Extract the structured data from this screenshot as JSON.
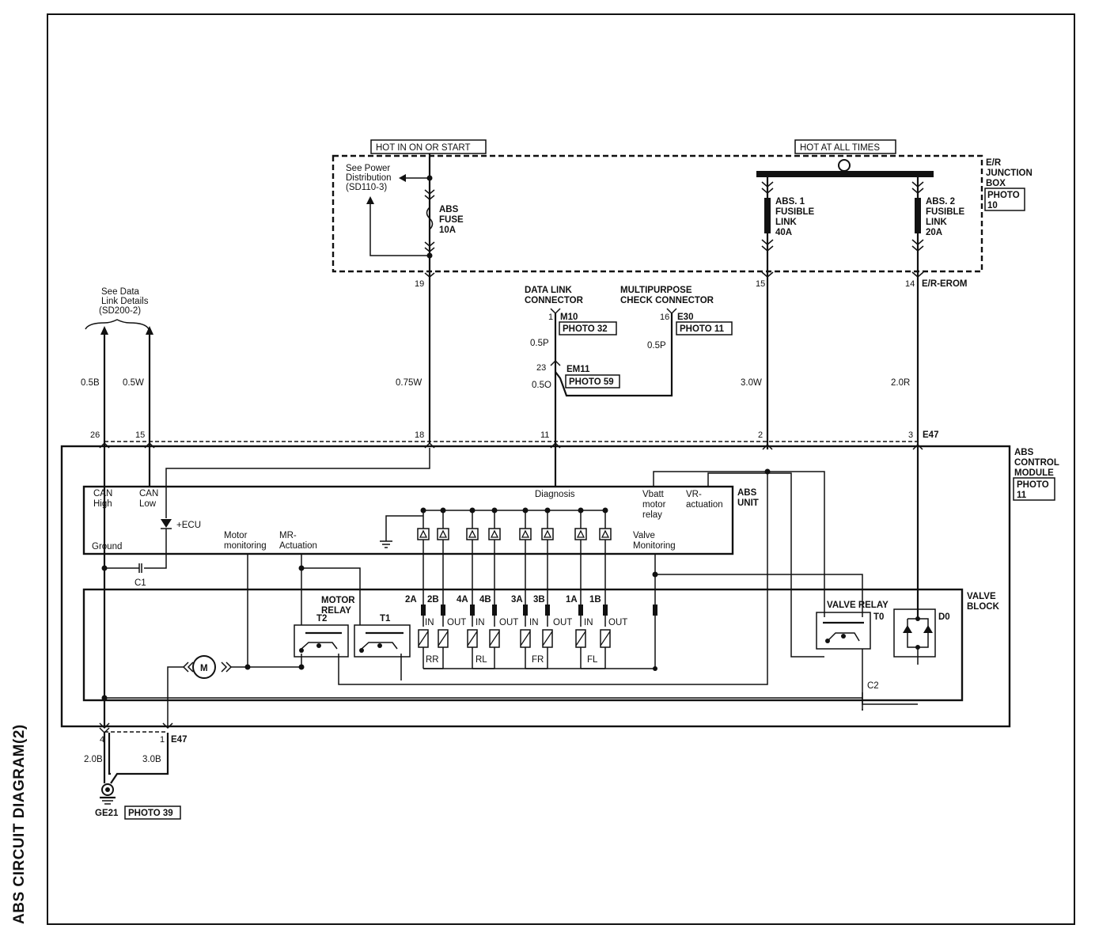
{
  "title": "ABS CIRCUIT DIAGRAM(2)",
  "power": {
    "hot_on_start": "HOT IN ON OR START",
    "hot_all_times": "HOT AT ALL TIMES",
    "see_power": [
      "See Power",
      "Distribution",
      "(SD110-3)"
    ],
    "abs_fuse": [
      "ABS",
      "FUSE",
      "10A"
    ],
    "fusible1": [
      "ABS. 1",
      "FUSIBLE",
      "LINK",
      "40A"
    ],
    "fusible2": [
      "ABS. 2",
      "FUSIBLE",
      "LINK",
      "20A"
    ],
    "junction_box": [
      "E/R",
      "JUNCTION",
      "BOX"
    ],
    "photo_jb": [
      "PHOTO",
      "10"
    ]
  },
  "connectors": {
    "data_link": [
      "DATA LINK",
      "CONNECTOR"
    ],
    "multipurpose": [
      "MULTIPURPOSE",
      "CHECK CONNECTOR"
    ],
    "m10": "M10",
    "photo32": "PHOTO 32",
    "e30": "E30",
    "photo11": "PHOTO 11",
    "em11": "EM11",
    "photo59": "PHOTO 59",
    "see_data_link": [
      "See Data",
      "Link Details",
      "(SD200-2)"
    ],
    "er_erom": "E/R-EROM",
    "e47": "E47",
    "c1": "C1",
    "c2": "C2",
    "ge21": "GE21",
    "photo39": "PHOTO 39"
  },
  "pins": {
    "p19": "19",
    "p15top": "15",
    "p14": "14",
    "p1": "1",
    "p16": "16",
    "p23": "23",
    "p26": "26",
    "p15": "15",
    "p18": "18",
    "p11": "11",
    "p2": "2",
    "p3": "3",
    "p4": "4",
    "p1b": "1"
  },
  "wires": {
    "w05b": "0.5B",
    "w05w": "0.5W",
    "w075w": "0.75W",
    "w05p1": "0.5P",
    "w05p2": "0.5P",
    "w05o": "0.5O",
    "w30w": "3.0W",
    "w20r": "2.0R",
    "w20b": "2.0B",
    "w30b": "3.0B"
  },
  "module": {
    "abs_control": [
      "ABS",
      "CONTROL",
      "MODULE"
    ],
    "photo_mod": [
      "PHOTO",
      "11"
    ],
    "abs_unit": [
      "ABS",
      "UNIT"
    ],
    "can_high": [
      "CAN",
      "High"
    ],
    "can_low": [
      "CAN",
      "Low"
    ],
    "ground": "Ground",
    "ecu": "+ECU",
    "motor_monitoring": [
      "Motor",
      "monitoring"
    ],
    "mr_actuation": [
      "MR-",
      "Actuation"
    ],
    "diagnosis": "Diagnosis",
    "vbatt": [
      "Vbatt",
      "motor",
      "relay"
    ],
    "vr_actuation": [
      "VR-",
      "actuation"
    ],
    "valve_monitoring": [
      "Valve",
      "Monitoring"
    ]
  },
  "valve_block": {
    "label": [
      "VALVE",
      "BLOCK"
    ],
    "motor_relay": [
      "MOTOR",
      "RELAY"
    ],
    "t2": "T2",
    "t1": "T1",
    "valve_relay": "VALVE RELAY",
    "t0": "T0",
    "d0": "D0",
    "motor": "M",
    "valves": [
      "2A",
      "2B",
      "4A",
      "4B",
      "3A",
      "3B",
      "1A",
      "1B"
    ],
    "in": "IN",
    "out": "OUT",
    "wheels": [
      "RR",
      "RL",
      "FR",
      "FL"
    ]
  }
}
